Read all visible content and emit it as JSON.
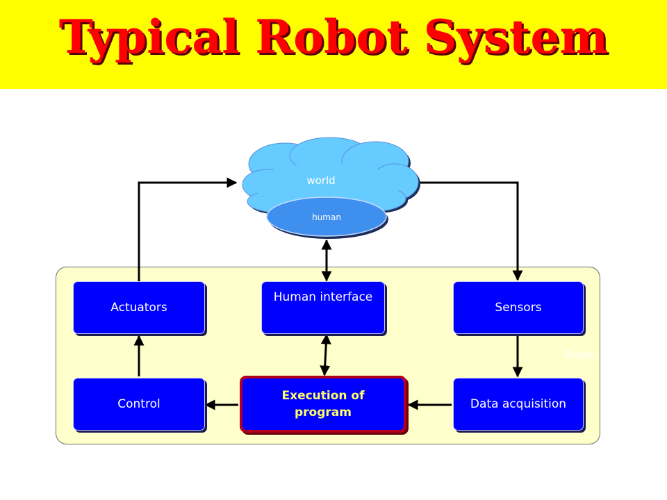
{
  "title": "Typical Robot System",
  "world": {
    "cloud_label": "world",
    "human_label": "human"
  },
  "robot_label": "Robot",
  "blocks": {
    "actuators": "Actuators",
    "human_interface": "Human interface",
    "sensors": "Sensors",
    "control": "Control",
    "execution_line1": "Execution of",
    "execution_line2": "program",
    "data_acquisition": "Data acquisition"
  },
  "colors": {
    "title_bar": "#ffff00",
    "title_text": "#ff0000",
    "block_fill": "#0000ff",
    "panel_fill": "#ffffcc",
    "cloud_fill": "#66ccff",
    "human_fill": "#3f8fef",
    "execution_border": "#b1001c",
    "execution_text": "#ffff66"
  }
}
